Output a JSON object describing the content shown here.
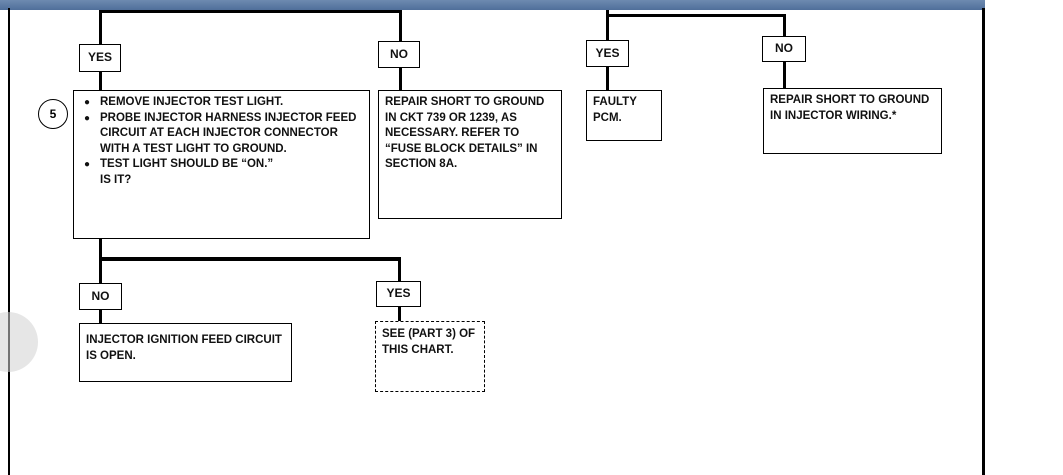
{
  "step_number": "5",
  "top_left": {
    "yes_label": "YES",
    "no_label": "NO",
    "step5_bullets": [
      "REMOVE INJECTOR TEST LIGHT.",
      "PROBE INJECTOR HARNESS INJECTOR FEED CIRCUIT AT EACH INJECTOR CONNECTOR WITH A TEST LIGHT TO GROUND.",
      "TEST LIGHT SHOULD BE “ON.”"
    ],
    "step5_question": "IS IT?",
    "repair_ckt_text": "REPAIR SHORT TO GROUND IN CKT 739 OR 1239, AS NECESSARY. REFER TO “FUSE BLOCK DETAILS” IN SECTION 8A."
  },
  "top_right": {
    "yes_label": "YES",
    "no_label": "NO",
    "faulty_pcm_text": "FAULTY PCM.",
    "repair_injector_text": "REPAIR SHORT TO GROUND IN INJECTOR WIRING.*"
  },
  "bottom": {
    "no_label": "NO",
    "yes_label": "YES",
    "open_circuit_text": "INJECTOR IGNITION FEED CIRCUIT IS OPEN.",
    "see_part_text": "SEE (PART 3) OF THIS CHART."
  }
}
